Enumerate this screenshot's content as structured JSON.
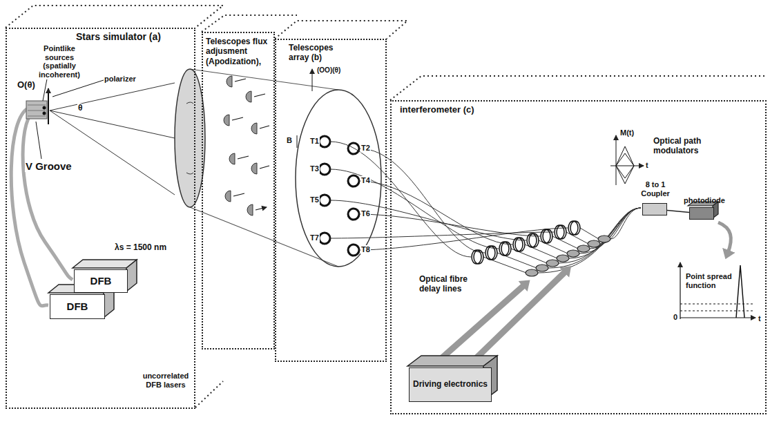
{
  "diagram": {
    "nodes": [
      {
        "text": [
          "Stars simulator (a)"
        ]
      },
      {
        "text": [
          "DFB"
        ],
        "in": 0
      },
      {
        "text": [
          "DFB"
        ],
        "in": 0
      },
      {
        "text": [
          "Telescopes flux adjusment (Apodization),"
        ]
      },
      {
        "text": [
          "Telescopes array (b)"
        ]
      },
      {
        "text": [
          "interferometer (c)"
        ]
      },
      {
        "text": [
          "8 to 1 Coupler"
        ],
        "in": 5
      },
      {
        "text": [
          "photodiode"
        ],
        "in": 5
      },
      {
        "text": [
          "Driving electronics"
        ],
        "in": 5
      }
    ],
    "edges": [
      {
        "from": 6,
        "to": 7,
        "arrow": "none"
      }
    ],
    "labels": [
      "Pointlike sources (spatially incoherent)",
      "polarizer",
      "O(θ)",
      "θ",
      "V Groove",
      "λs = 1500 nm",
      "uncorrelated DFB lasers",
      "(OO)(θ)",
      "B",
      "T1",
      "T2",
      "T3",
      "T4",
      "T5",
      "T6",
      "T7",
      "T8",
      "M(t)",
      "t",
      "Optical path modulators",
      "Optical fibre delay lines",
      "Point spread function",
      "0",
      "t"
    ]
  }
}
